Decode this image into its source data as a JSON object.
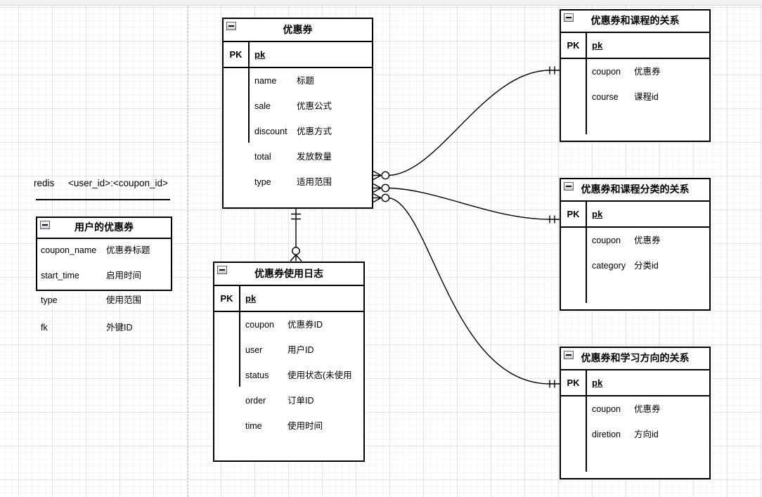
{
  "canvas": {
    "redis_note": {
      "prefix": "redis",
      "key_pattern": "<user_id>:<coupon_id>"
    }
  },
  "entities": {
    "coupon": {
      "title": "优惠券",
      "pk_label": "PK",
      "pk_field": "pk",
      "fields": [
        {
          "name": "name",
          "desc": "标题"
        },
        {
          "name": "sale",
          "desc": "优惠公式"
        },
        {
          "name": "discount",
          "desc": "优惠方式"
        },
        {
          "name": "total",
          "desc": "发放数量"
        },
        {
          "name": "type",
          "desc": "适用范围"
        }
      ]
    },
    "user_coupon": {
      "title": "用户的优惠券",
      "fields": [
        {
          "name": "coupon_name",
          "desc": "优惠券标题"
        },
        {
          "name": "start_time",
          "desc": "启用时间"
        },
        {
          "name": "type",
          "desc": "使用范围"
        },
        {
          "name": "fk",
          "desc": "外键ID"
        }
      ]
    },
    "usage_log": {
      "title": "优惠券使用日志",
      "pk_label": "PK",
      "pk_field": "pk",
      "fields": [
        {
          "name": "coupon",
          "desc": "优惠券ID"
        },
        {
          "name": "user",
          "desc": "用户ID"
        },
        {
          "name": "status",
          "desc": "使用状态(未使用"
        },
        {
          "name": "order",
          "desc": "订单ID"
        },
        {
          "name": "time",
          "desc": "使用时间"
        }
      ]
    },
    "coupon_course": {
      "title": "优惠券和课程的关系",
      "pk_label": "PK",
      "pk_field": "pk",
      "fields": [
        {
          "name": "coupon",
          "desc": "优惠券"
        },
        {
          "name": "course",
          "desc": "课程id"
        }
      ]
    },
    "coupon_category": {
      "title": "优惠券和课程分类的关系",
      "pk_label": "PK",
      "pk_field": "pk",
      "fields": [
        {
          "name": "coupon",
          "desc": "优惠券"
        },
        {
          "name": "category",
          "desc": "分类id"
        }
      ]
    },
    "coupon_direction": {
      "title": "优惠券和学习方向的关系",
      "pk_label": "PK",
      "pk_field": "pk",
      "fields": [
        {
          "name": "coupon",
          "desc": "优惠券"
        },
        {
          "name": "diretion",
          "desc": "方向id"
        }
      ]
    }
  },
  "relations": [
    {
      "from": "coupon",
      "to": "usage_log",
      "from_cardinality": "exactly-one",
      "to_cardinality": "zero-or-many"
    },
    {
      "from": "coupon",
      "to": "coupon_course",
      "from_cardinality": "zero-or-many",
      "to_cardinality": "exactly-one"
    },
    {
      "from": "coupon",
      "to": "coupon_category",
      "from_cardinality": "zero-or-many",
      "to_cardinality": "exactly-one"
    },
    {
      "from": "coupon",
      "to": "coupon_direction",
      "from_cardinality": "zero-or-many",
      "to_cardinality": "exactly-one"
    }
  ],
  "colors": {
    "entity_border": "#000000",
    "grid_major": "#e3e3e6",
    "grid_minor": "#f5f5f7",
    "page_divider": "#c3c3c6",
    "background": "#ffffff"
  }
}
